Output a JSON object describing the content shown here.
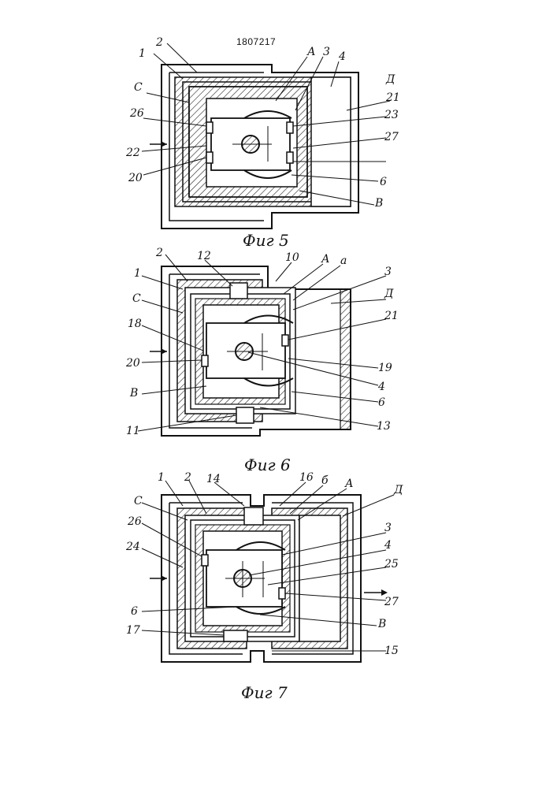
{
  "patent_number": "1807217",
  "figures": [
    {
      "caption": "Фиг 5",
      "labels": {
        "n1": "1",
        "n2": "2",
        "nC": "С",
        "n26": "26",
        "n22": "22",
        "n20": "20",
        "nA": "А",
        "n3": "3",
        "n4": "4",
        "nD": "Д",
        "n21": "21",
        "n23": "23",
        "n27": "27",
        "n6": "6",
        "nB": "В"
      }
    },
    {
      "caption": "Фиг 6",
      "labels": {
        "n2": "2",
        "n12": "12",
        "n10": "10",
        "nA": "А",
        "na": "а",
        "n1": "1",
        "nC": "С",
        "n18": "18",
        "n20": "20",
        "nB": "В",
        "n11": "11",
        "n3": "3",
        "nD": "Д",
        "n21": "21",
        "n19": "19",
        "n4": "4",
        "n6": "6",
        "n13": "13"
      }
    },
    {
      "caption": "Фиг 7",
      "labels": {
        "n1": "1",
        "n2": "2",
        "n14": "14",
        "n16": "16",
        "nb": "б",
        "nA": "А",
        "nD": "Д",
        "nC": "С",
        "n26": "26",
        "n24": "24",
        "n3": "3",
        "n4": "4",
        "n25": "25",
        "n27": "27",
        "n6": "6",
        "n17": "17",
        "nB": "В",
        "n15": "15"
      }
    }
  ]
}
